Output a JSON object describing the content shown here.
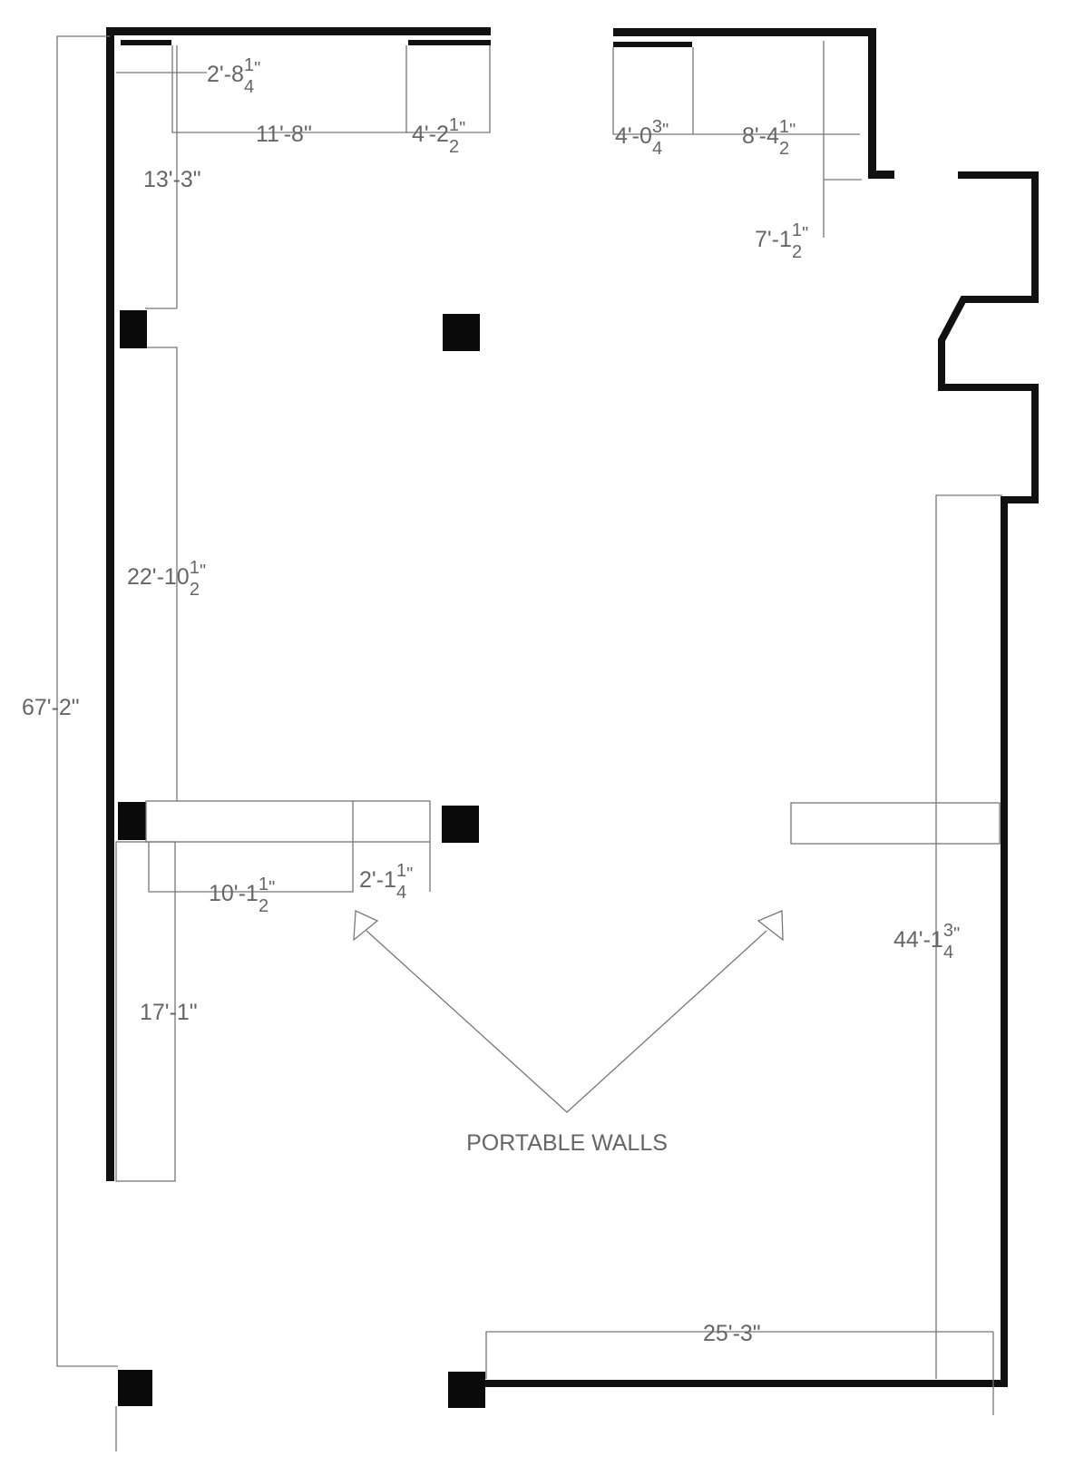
{
  "title_annotation": "PORTABLE WALLS",
  "dimensions": {
    "overall_length": {
      "main": "67'-2\"",
      "num": "",
      "den": "",
      "unit": ""
    },
    "window_left_offset": {
      "main": "2'-8",
      "num": "1",
      "den": "4",
      "unit": "\""
    },
    "top_left_span": {
      "main": "11'-8\"",
      "num": "",
      "den": "",
      "unit": ""
    },
    "top_left_window": {
      "main": "4'-2",
      "num": "1",
      "den": "2",
      "unit": "\""
    },
    "top_right_window": {
      "main": "4'-0",
      "num": "3",
      "den": "4",
      "unit": "\""
    },
    "top_right_span": {
      "main": "8'-4",
      "num": "1",
      "den": "2",
      "unit": "\""
    },
    "right_alcove_depth": {
      "main": "7'-1",
      "num": "1",
      "den": "2",
      "unit": "\""
    },
    "left_upper": {
      "main": "13'-3\"",
      "num": "",
      "den": "",
      "unit": ""
    },
    "left_middle": {
      "main": "22'-10",
      "num": "1",
      "den": "2",
      "unit": "\""
    },
    "left_lower": {
      "main": "17'-1\"",
      "num": "",
      "den": "",
      "unit": ""
    },
    "portable_wall_span": {
      "main": "10'-1",
      "num": "1",
      "den": "2",
      "unit": "\""
    },
    "portable_wall_gap": {
      "main": "2'-1",
      "num": "1",
      "den": "4",
      "unit": "\""
    },
    "right_wall_length": {
      "main": "44'-1",
      "num": "3",
      "den": "4",
      "unit": "\""
    },
    "bottom_wall_length": {
      "main": "25'-3\"",
      "num": "",
      "den": "",
      "unit": ""
    }
  }
}
